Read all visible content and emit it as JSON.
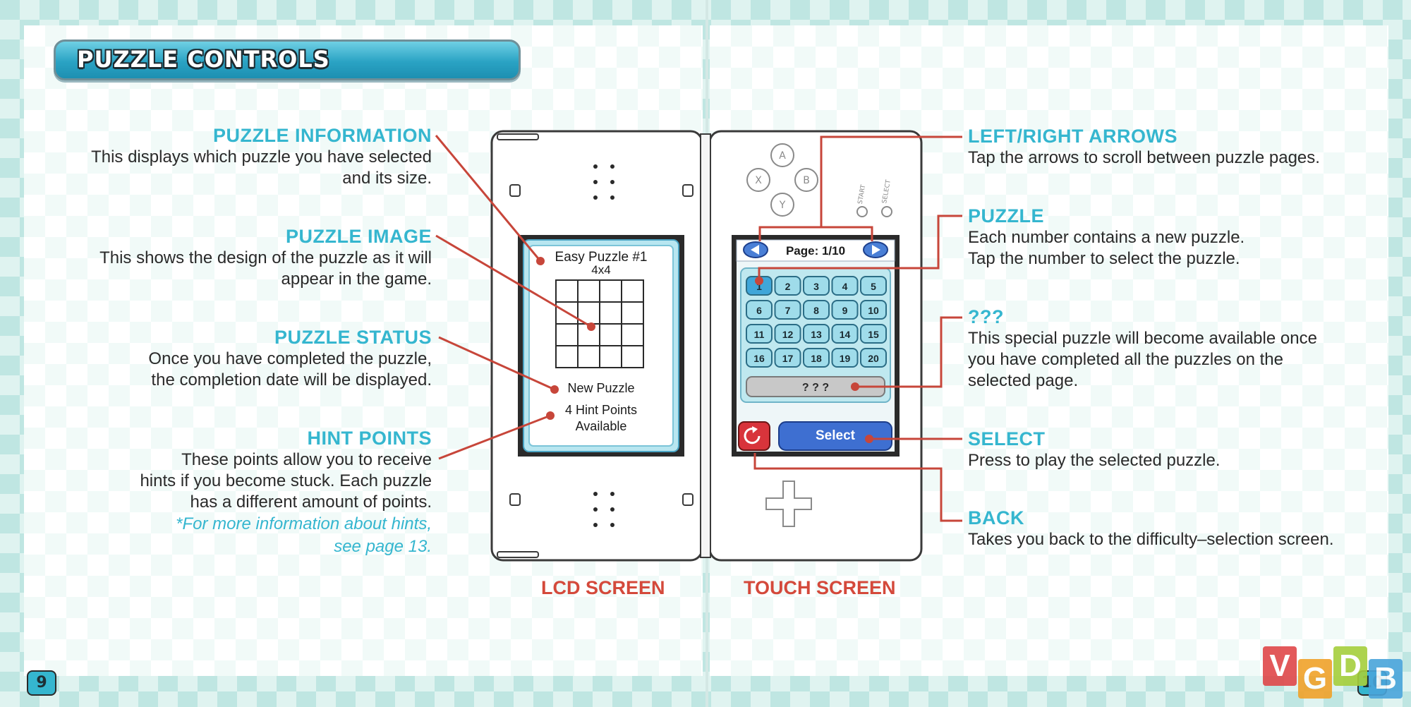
{
  "title": "PUZZLE CONTROLS",
  "left_sections": [
    {
      "heading": "PUZZLE INFORMATION",
      "lines": [
        "This displays which puzzle you have selected",
        "and its size."
      ]
    },
    {
      "heading": "PUZZLE IMAGE",
      "lines": [
        "This shows the design of the puzzle as it will",
        "appear in the game."
      ]
    },
    {
      "heading": "PUZZLE STATUS",
      "lines": [
        "Once you have completed the puzzle,",
        "the completion date will be displayed."
      ]
    },
    {
      "heading": "HINT POINTS",
      "lines": [
        "These points allow you to receive",
        "hints if you become stuck. Each puzzle",
        "has a different amount of points."
      ],
      "note": [
        "*For more information about hints,",
        "see page 13."
      ]
    }
  ],
  "right_sections": [
    {
      "heading": "LEFT/RIGHT ARROWS",
      "lines": [
        "Tap the arrows to scroll between puzzle pages."
      ]
    },
    {
      "heading": "PUZZLE",
      "lines": [
        "Each number contains a new puzzle.",
        "Tap the number to select the puzzle."
      ]
    },
    {
      "heading": "???",
      "lines": [
        "This special puzzle will become available once",
        "you have completed all the puzzles on the",
        "selected page."
      ]
    },
    {
      "heading": "SELECT",
      "lines": [
        "Press to play the selected puzzle."
      ]
    },
    {
      "heading": "BACK",
      "lines": [
        "Takes you back to the difficulty–selection screen."
      ]
    }
  ],
  "captions": {
    "lcd": "LCD SCREEN",
    "touch": "TOUCH SCREEN"
  },
  "lcd": {
    "puzzle_title": "Easy Puzzle #1",
    "size": "4x4",
    "status": "New Puzzle",
    "hint_line1": "4 Hint Points",
    "hint_line2": "Available"
  },
  "touch": {
    "page_label": "Page: 1/10",
    "numbers": [
      "1",
      "2",
      "3",
      "4",
      "5",
      "6",
      "7",
      "8",
      "9",
      "10",
      "11",
      "12",
      "13",
      "14",
      "15",
      "16",
      "17",
      "18",
      "19",
      "20"
    ],
    "special": "? ? ?",
    "select": "Select"
  },
  "buttons": {
    "a": "A",
    "b": "B",
    "x": "X",
    "y": "Y",
    "start": "START",
    "select": "SELECT"
  },
  "page_numbers": {
    "left": "9",
    "right": "10"
  },
  "watermark": {
    "letters": [
      "V",
      "G",
      "D",
      "B"
    ]
  },
  "colors": {
    "heading": "#35b6cf",
    "caption": "#d4493b",
    "leader": "#c7463a",
    "banner": "#2aa3c4"
  }
}
